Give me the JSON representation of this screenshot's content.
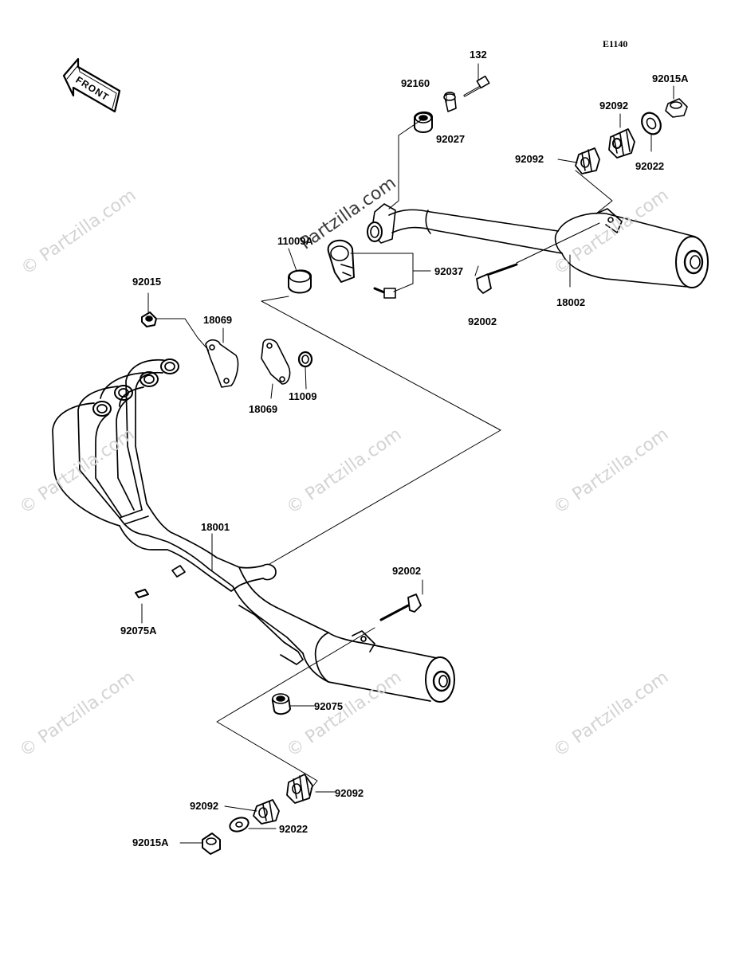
{
  "diagram_code": "E1140",
  "front_label": "FRONT",
  "watermark": "© Partzilla.com",
  "watermark_dark": "Partzilla.com",
  "labels": {
    "p132": "132",
    "p92160": "92160",
    "p92027": "92027",
    "p92015A_top": "92015A",
    "p92092_top1": "92092",
    "p92092_top2": "92092",
    "p92022_top": "92022",
    "p11009A": "11009A",
    "p92037": "92037",
    "p92002_top": "92002",
    "p18002": "18002",
    "p92015": "92015",
    "p18069_a": "18069",
    "p18069_b": "18069",
    "p11009": "11009",
    "p18001": "18001",
    "p92002_bot": "92002",
    "p92075A": "92075A",
    "p92075": "92075",
    "p92092_bot1": "92092",
    "p92092_bot2": "92092",
    "p92022_bot": "92022",
    "p92015A_bot": "92015A"
  }
}
